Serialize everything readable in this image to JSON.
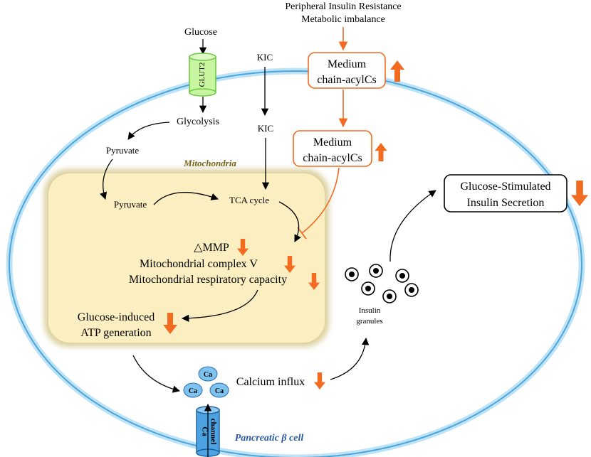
{
  "top_text": {
    "line1": "Peripheral Insulin Resistance",
    "line2": "Metabolic imbalance"
  },
  "nodes": {
    "glucose": "Glucose",
    "glut2": "GLUT2",
    "glycolysis": "Glycolysis",
    "pyruvate_cyto": "Pyruvate",
    "pyruvate_mito": "Pyruvate",
    "kic_outer": "KIC",
    "kic_inner": "KIC",
    "tca": "TCA cycle",
    "mitochondria_label": "Mitochondria",
    "mmp": "△MMP",
    "complex_v": "Mitochondrial complex V",
    "resp_capacity": "Mitochondrial respiratory capacity",
    "atp_line1": "Glucose-induced",
    "atp_line2": "ATP generation",
    "calcium": "Calcium influx",
    "ca_ion": "Ca",
    "ca_channel_line1": "Ca",
    "ca_channel_line2": "channel",
    "granules_line1": "Insulin",
    "granules_line2": "granules",
    "cell_label": "Pancreatic β cell"
  },
  "boxes": {
    "acyl_outer_line1": "Medium",
    "acyl_outer_line2": "chain-acylCs",
    "acyl_inner_line1": "Medium",
    "acyl_inner_line2": "chain-acylCs",
    "gsis_line1": "Glucose-Stimulated",
    "gsis_line2": "Insulin Secretion"
  },
  "indicators": {
    "up": "arrow-up-icon",
    "down": "arrow-down-icon"
  },
  "colors": {
    "orange": "#f26b21",
    "cell_border": "#4aa6dd",
    "cell_glow": "#bfe3f6",
    "mito_fill": "#fbeec0",
    "mito_border": "#c9b76a",
    "glut2_fill": "#c8f5a0",
    "glut2_border": "#6cc844",
    "channel_fill": "#4da3e2",
    "ion_fill": "#7ec3ef",
    "label_blue": "#2a5aa0",
    "mito_label": "#7a6418"
  }
}
